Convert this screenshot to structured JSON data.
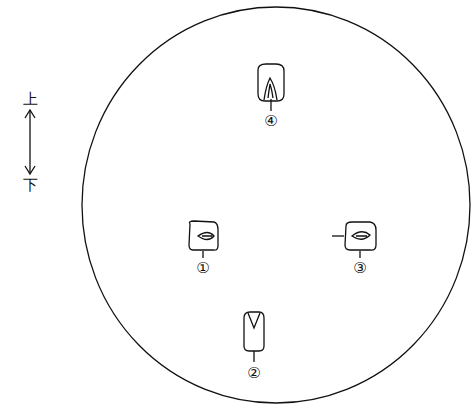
{
  "diagram": {
    "labels": [
      "上",
      "下",
      "①",
      "②",
      "③",
      "④"
    ]
  }
}
